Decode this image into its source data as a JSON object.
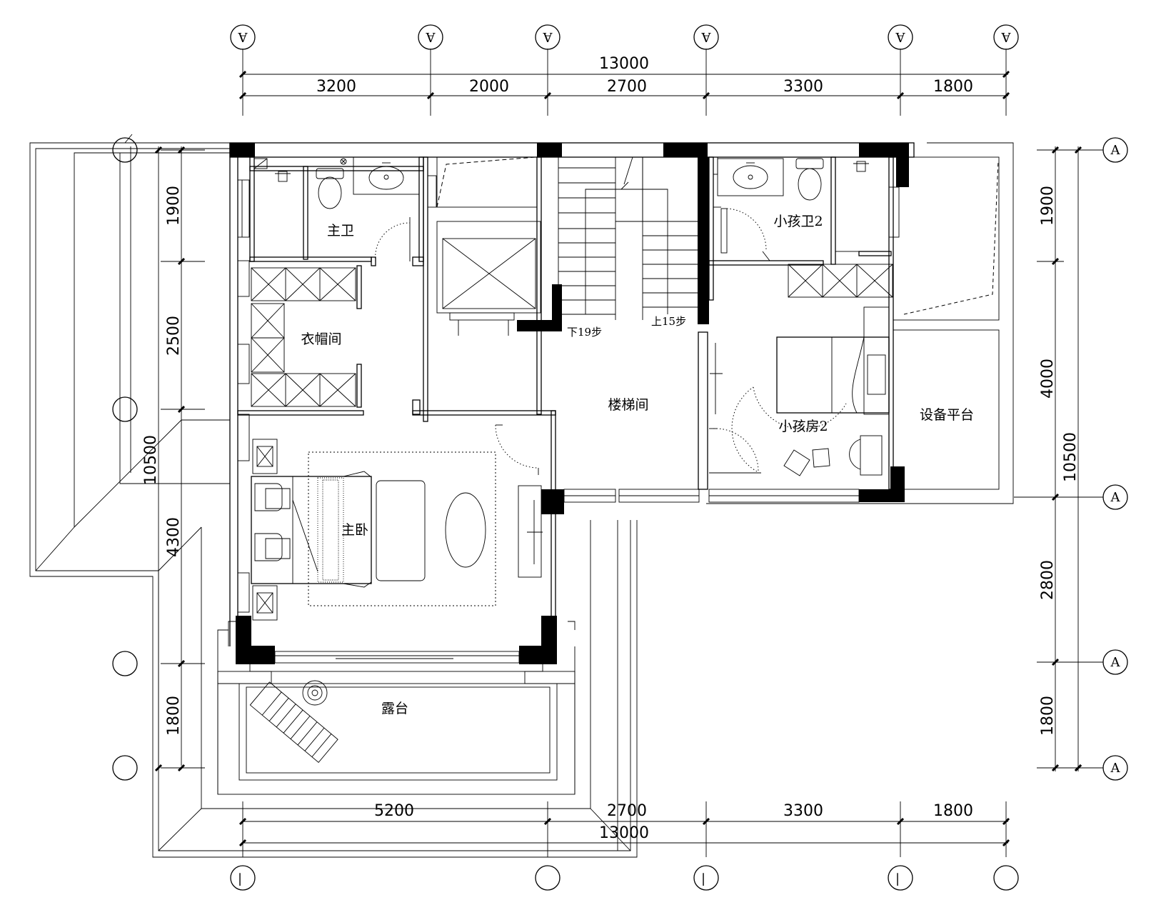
{
  "dimensions": {
    "top_total": "13000",
    "top_segments": [
      "3200",
      "2000",
      "2700",
      "3300",
      "1800"
    ],
    "bottom_segments": [
      "5200",
      "2700",
      "3300",
      "1800"
    ],
    "bottom_total": "13000",
    "left_segments": [
      "1900",
      "2500",
      "4300",
      "1800"
    ],
    "left_total": "10500",
    "right_segments": [
      "1900",
      "4000",
      "2800",
      "1800"
    ],
    "right_total": "10500"
  },
  "axis_bubbles": {
    "top": [
      "A",
      "A",
      "A",
      "A",
      "A",
      "A"
    ],
    "right": [
      "A",
      "A",
      "A",
      "A"
    ],
    "bottom": [
      "|",
      "",
      "|",
      "|",
      ""
    ]
  },
  "rooms": {
    "master_bath": "主卫",
    "cloakroom": "衣帽间",
    "master_bedroom": "主卧",
    "terrace": "露台",
    "stairwell": "楼梯间",
    "down_steps": "下19步",
    "up_steps": "上15步",
    "kids_bath": "小孩卫2",
    "kids_room": "小孩房2",
    "equipment_platform": "设备平台"
  }
}
